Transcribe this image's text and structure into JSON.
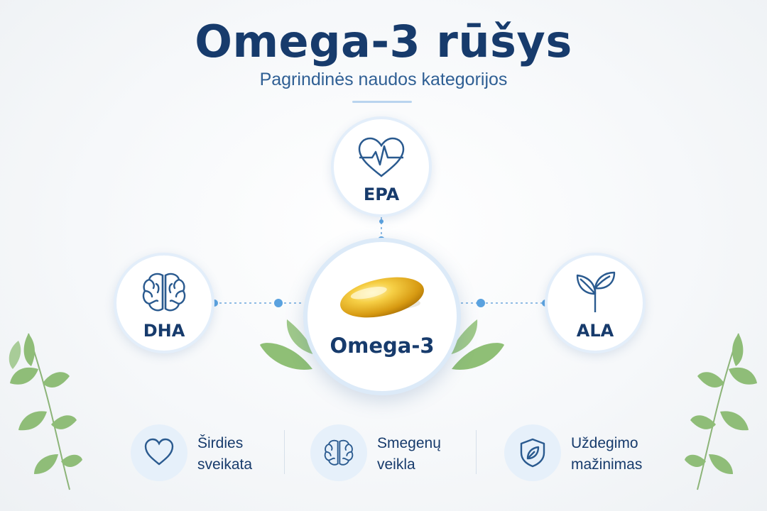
{
  "header": {
    "title": "Omega-3 rūšys",
    "subtitle": "Pagrindinės naudos kategorijos"
  },
  "diagram": {
    "center": {
      "label": "Omega-3",
      "icon": "fish-oil-capsule-icon"
    },
    "nodes": [
      {
        "id": "epa",
        "label": "EPA",
        "icon": "heart-pulse-icon"
      },
      {
        "id": "dha",
        "label": "DHA",
        "icon": "brain-icon"
      },
      {
        "id": "ala",
        "label": "ALA",
        "icon": "plant-sprout-icon"
      }
    ]
  },
  "benefits": [
    {
      "line1": "Širdies",
      "line2": "sveikata",
      "icon": "heart-icon"
    },
    {
      "line1": "Smegenų",
      "line2": "veikla",
      "icon": "brain-icon"
    },
    {
      "line1": "Uždegimo",
      "line2": "mažinimas",
      "icon": "shield-leaf-icon"
    }
  ],
  "colors": {
    "title": "#173b6c",
    "subtitle": "#2f5f94",
    "icon_stroke": "#2a5a8f",
    "connector": "#8fbbe4",
    "connector_dot": "#5aa2df",
    "leaf": "#7fb06a",
    "capsule": "#f2be2a",
    "background": "#f6f8fa"
  }
}
